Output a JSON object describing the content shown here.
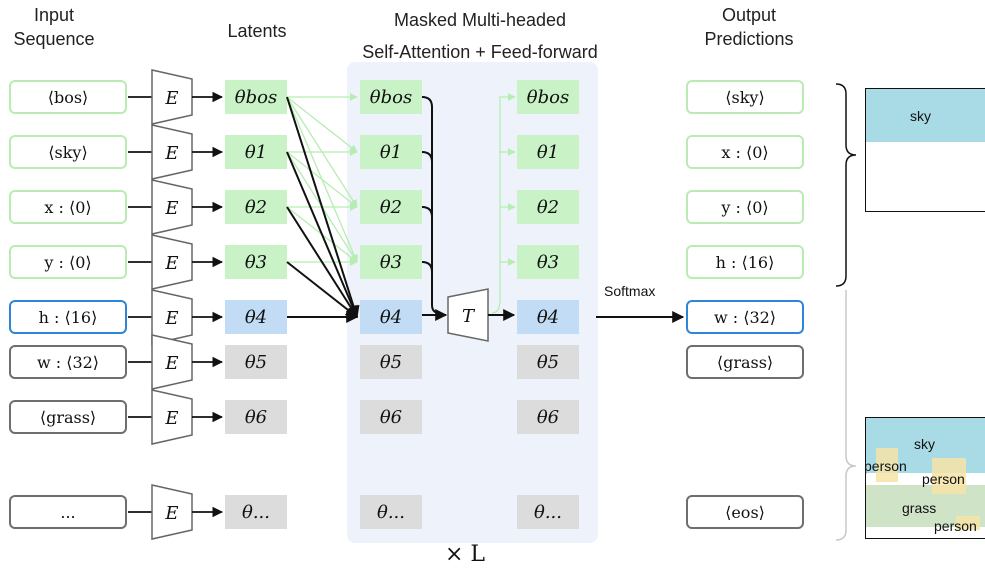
{
  "headers": {
    "input": [
      "Input",
      "Sequence"
    ],
    "latents": "Latents",
    "attention": [
      "Masked Multi-headed",
      "Self-Attention + Feed-forward"
    ],
    "output": [
      "Output",
      "Predictions"
    ]
  },
  "inputs": [
    "⟨bos⟩",
    "⟨sky⟩",
    "x : ⟨0⟩",
    "y : ⟨0⟩",
    "h : ⟨16⟩",
    "w : ⟨32⟩",
    "⟨grass⟩",
    "..."
  ],
  "input_states": [
    "green",
    "green",
    "green",
    "green",
    "blue",
    "gray",
    "gray",
    "gray"
  ],
  "encoder_label": "E",
  "latents": [
    "θbos",
    "θ1",
    "θ2",
    "θ3",
    "θ4",
    "θ5",
    "θ6",
    "θ..."
  ],
  "latent_states": [
    "green",
    "green",
    "green",
    "green",
    "blue",
    "gray",
    "gray",
    "gray"
  ],
  "transformer_label": "T",
  "softmax_label": "Softmax",
  "repeat_label": "× L",
  "outputs": [
    "⟨sky⟩",
    "x : ⟨0⟩",
    "y : ⟨0⟩",
    "h : ⟨16⟩",
    "w : ⟨32⟩",
    "⟨grass⟩",
    "⟨eos⟩"
  ],
  "output_states": [
    "green",
    "green",
    "green",
    "green",
    "blue",
    "gray",
    "gray"
  ],
  "canvas_top": {
    "region_label": "sky",
    "region_color": "#a8dbe6"
  },
  "canvas_bottom": {
    "labels": [
      "sky",
      "person",
      "person",
      "grass",
      "person"
    ],
    "colors": {
      "sky": "#a8dbe6",
      "grass": "#cfe3c6",
      "person": "#f6e3a6"
    }
  }
}
